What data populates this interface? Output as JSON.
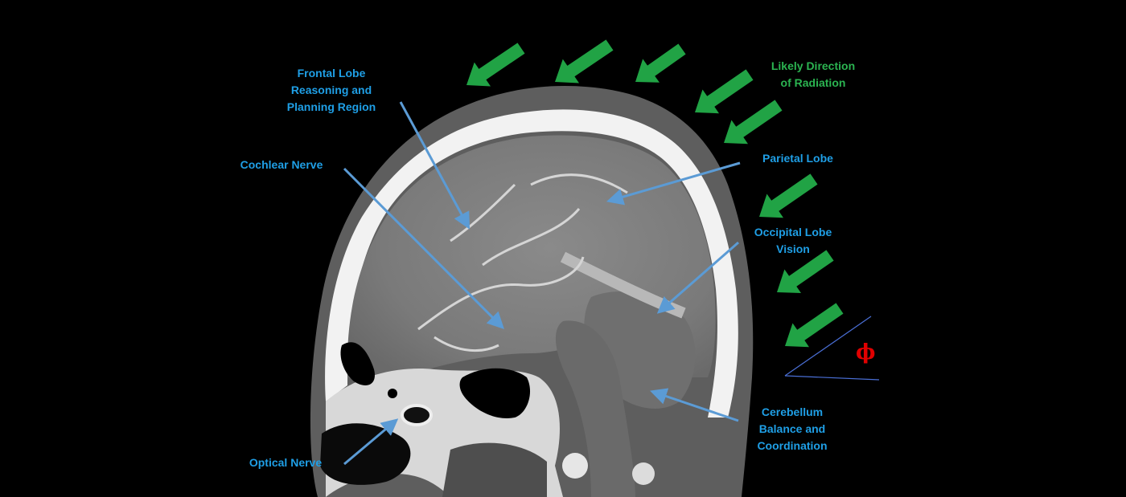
{
  "labels": {
    "frontal_lobe": [
      "Frontal Lobe",
      "Reasoning and",
      "Planning Region"
    ],
    "cochlear_nerve": [
      "Cochlear Nerve"
    ],
    "optical_nerve": [
      "Optical Nerve"
    ],
    "parietal_lobe": [
      "Parietal Lobe"
    ],
    "occipital_lobe": [
      "Occipital Lobe",
      "Vision"
    ],
    "cerebellum": [
      "Cerebellum",
      "Balance and",
      "Coordination"
    ],
    "radiation": [
      "Likely Direction",
      "of Radiation"
    ],
    "angle_symbol": "ϕ"
  },
  "colors": {
    "background": "#000000",
    "label_blue": "#1f9fe6",
    "pointer_blue": "#5b9bd5",
    "radiation_green": "#21a345",
    "angle_red": "#e00000",
    "angle_lines": "#4a6fd6"
  }
}
